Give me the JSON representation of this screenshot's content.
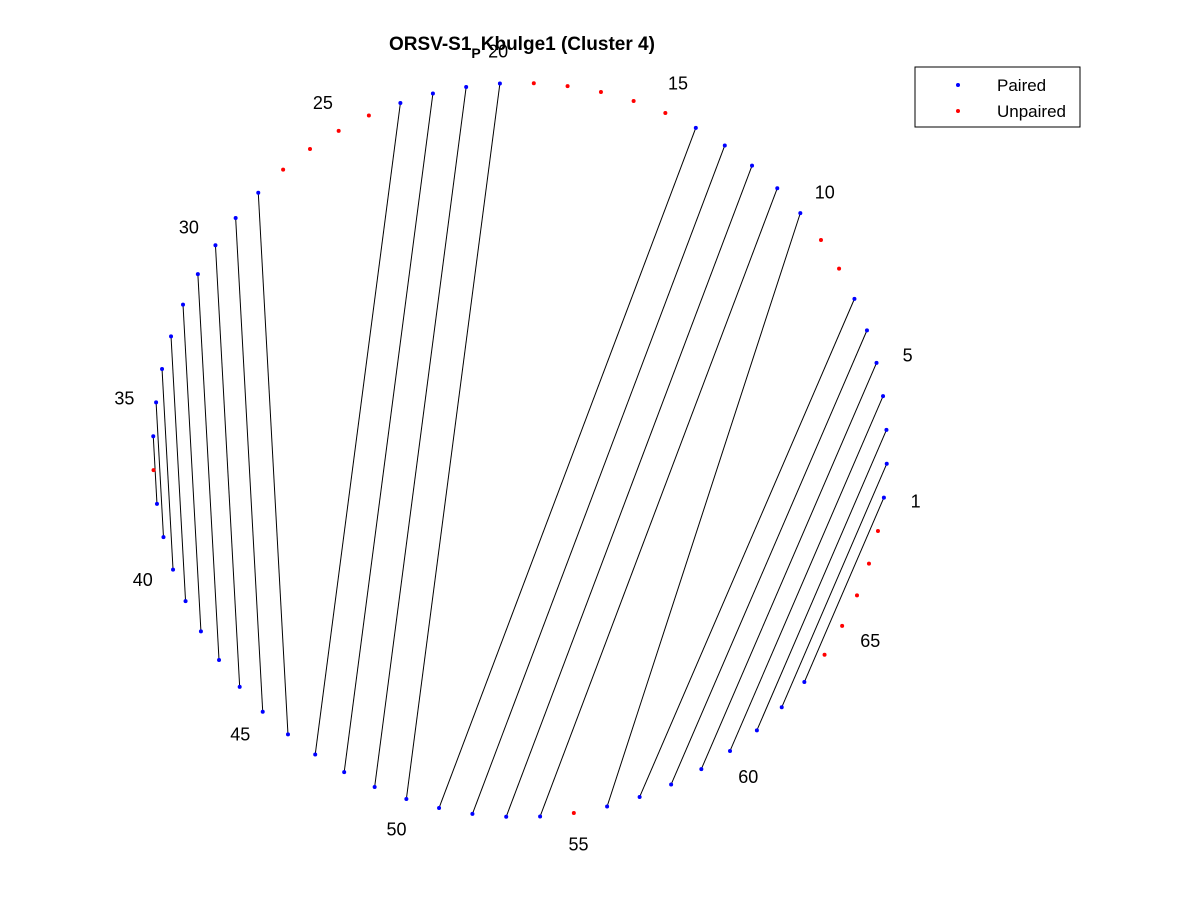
{
  "chart_data": {
    "type": "arc-diagram",
    "title": {
      "prefix": "ORSV-S1",
      "subscript": "P",
      "suffix": "Kbulge1 (Cluster 4)"
    },
    "num_bases": 68,
    "tick_labels": [
      "1",
      "5",
      "10",
      "15",
      "20",
      "25",
      "30",
      "35",
      "40",
      "45",
      "50",
      "55",
      "60",
      "65"
    ],
    "legend": {
      "position": "top-right",
      "entries": [
        {
          "label": "Paired",
          "color": "#0000ff"
        },
        {
          "label": "Unpaired",
          "color": "#ff0000"
        }
      ]
    },
    "pairs": [
      [
        1,
        63
      ],
      [
        2,
        62
      ],
      [
        3,
        61
      ],
      [
        4,
        60
      ],
      [
        5,
        59
      ],
      [
        6,
        58
      ],
      [
        7,
        57
      ],
      [
        10,
        56
      ],
      [
        11,
        54
      ],
      [
        12,
        53
      ],
      [
        13,
        52
      ],
      [
        14,
        51
      ],
      [
        20,
        50
      ],
      [
        21,
        49
      ],
      [
        22,
        48
      ],
      [
        23,
        47
      ],
      [
        28,
        46
      ],
      [
        29,
        45
      ],
      [
        30,
        44
      ],
      [
        31,
        43
      ],
      [
        32,
        42
      ],
      [
        33,
        41
      ],
      [
        34,
        40
      ],
      [
        35,
        39
      ],
      [
        36,
        38
      ]
    ],
    "pair_line_color": "#000000"
  }
}
